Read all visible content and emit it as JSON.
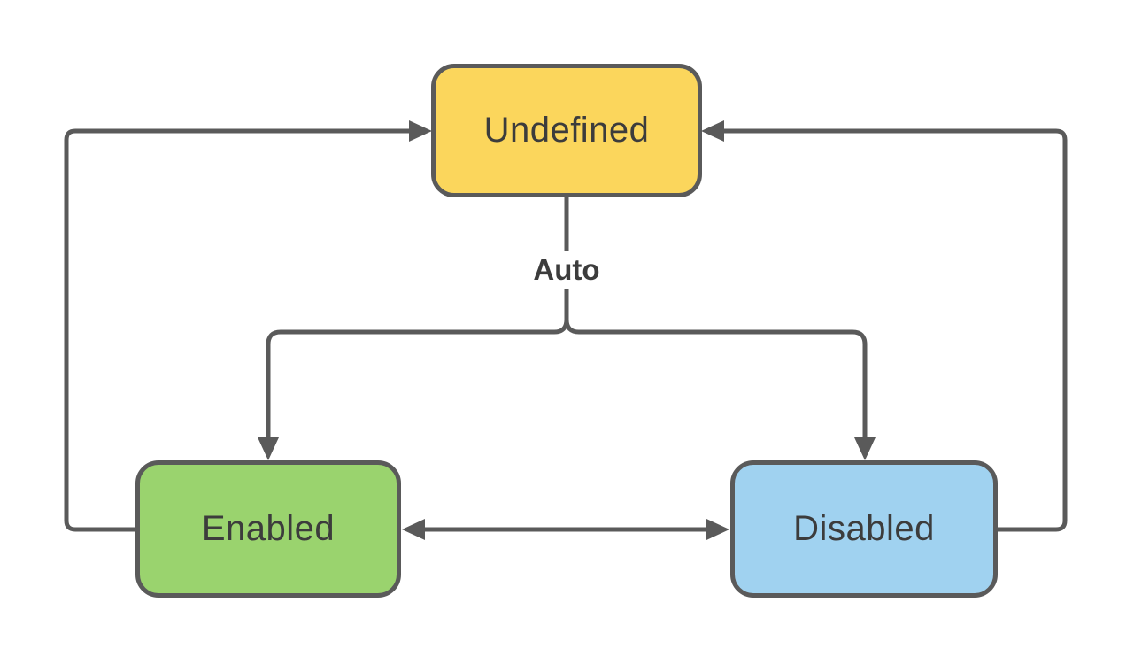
{
  "diagram": {
    "nodes": [
      {
        "id": "undefined",
        "label": "Undefined"
      },
      {
        "id": "enabled",
        "label": "Enabled"
      },
      {
        "id": "disabled",
        "label": "Disabled"
      }
    ],
    "edge_labels": {
      "auto": "Auto"
    }
  },
  "colors": {
    "node-undefined-fill": "#FBD65C",
    "node-enabled-fill": "#9AD36E",
    "node-disabled-fill": "#A0D2F0",
    "stroke": "#5A5A5A",
    "label-text": "#3C3C3C",
    "canvas-bg": "#FFFFFF"
  }
}
